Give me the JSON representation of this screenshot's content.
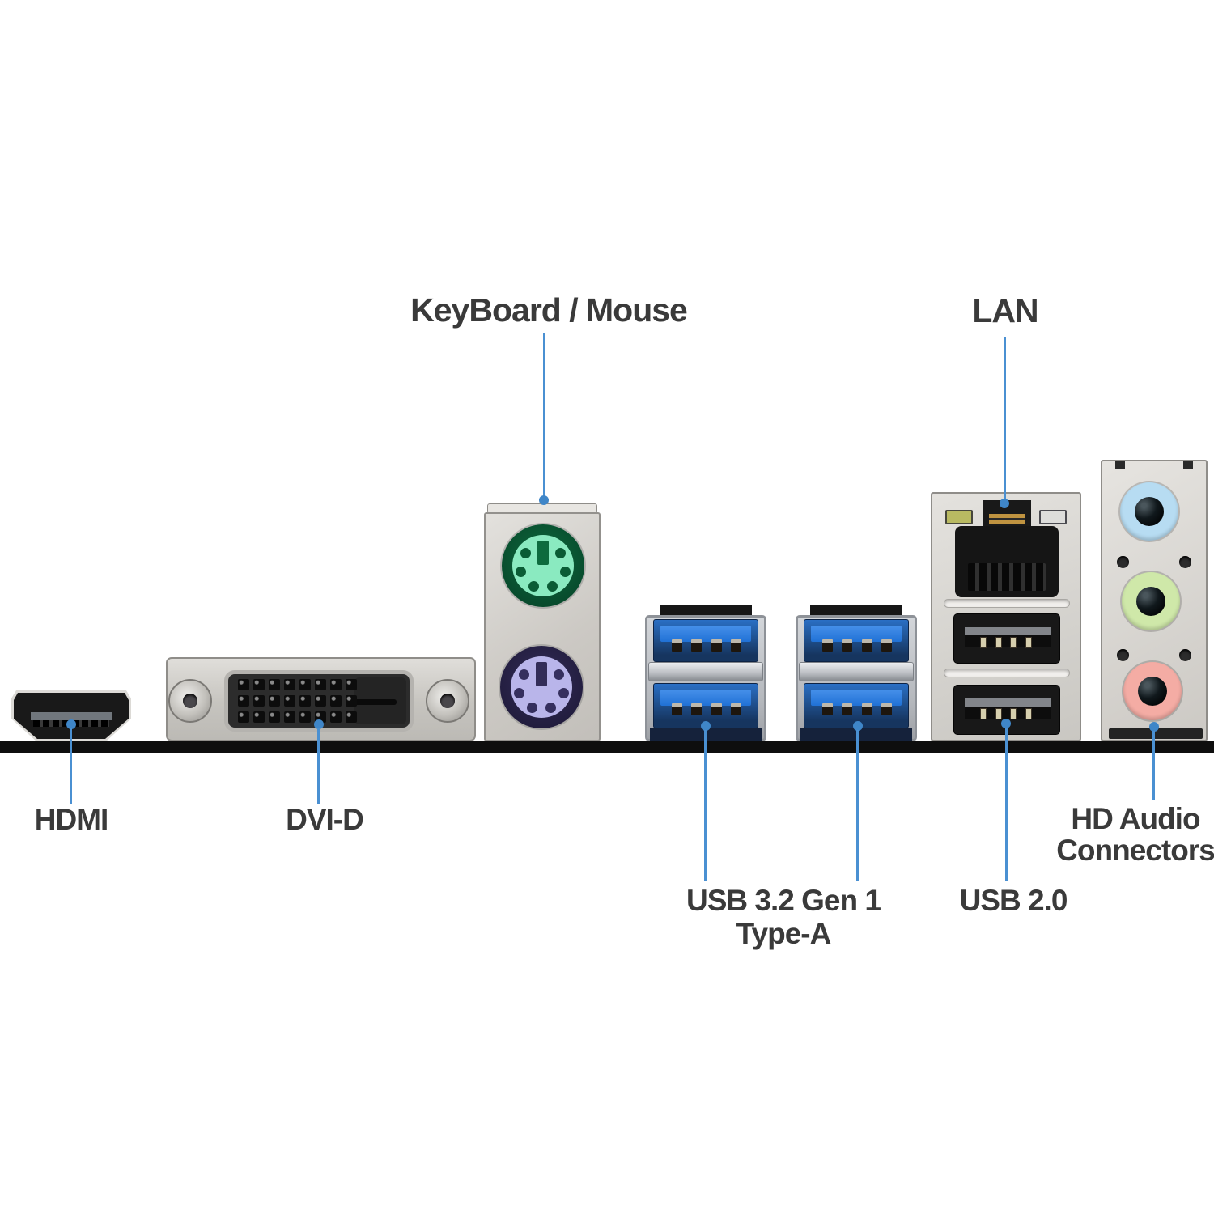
{
  "labels": {
    "keyboard_mouse": "KeyBoard / Mouse",
    "lan": "LAN",
    "hdmi": "HDMI",
    "dvi_d": "DVI-D",
    "usb32_line1": "USB 3.2 Gen 1",
    "usb32_line2": "Type-A",
    "usb2": "USB 2.0",
    "hd_audio_line1": "HD Audio",
    "hd_audio_line2": "Connectors"
  },
  "colors": {
    "background": "#ffffff",
    "label_text": "#3a3a3a",
    "callout_line": "#4a90d2",
    "callout_dot": "#3f86c8",
    "board_edge": "#0e0e0e",
    "ps2_green_ring": "#0d6b3e",
    "ps2_green_face": "#8aeac0",
    "ps2_purple_ring": "#332d58",
    "ps2_purple_face": "#b9b5ea",
    "usb3_blue": "#2071d6",
    "usb3_navy": "#16355f",
    "usb2_black": "#181818",
    "audio_line_in_blue": "#b7dcf2",
    "audio_line_out_green": "#cfe8a9",
    "audio_mic_pink": "#f4aca4",
    "lan_led_green": "#b9ba62",
    "lan_gold": "#bf9340"
  }
}
